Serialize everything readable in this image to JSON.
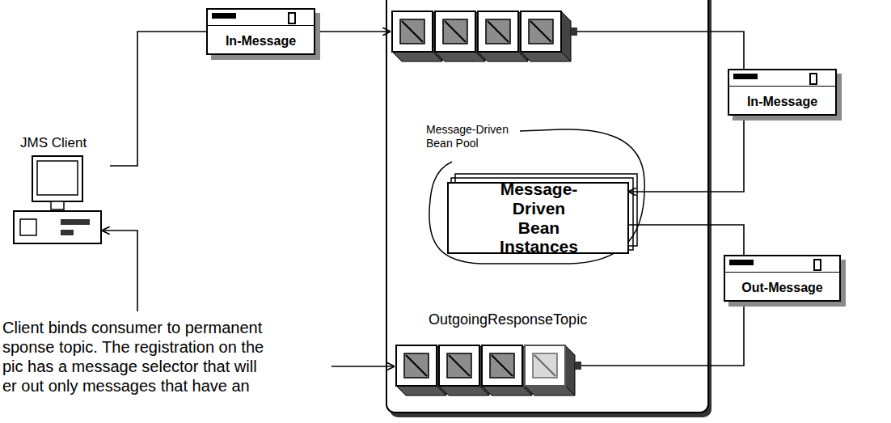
{
  "diagram": {
    "nodes": [
      {
        "text": [
          "JMS Client"
        ]
      },
      {
        "text": [
          "In-Message"
        ]
      },
      {
        "text": [
          "Message-Driven Bean Pool"
        ]
      },
      {
        "text": [
          "Message-Driven Bean Instances"
        ],
        "in": 2
      },
      {
        "text": [
          "In-Message"
        ]
      },
      {
        "text": [
          "Out-Message"
        ]
      },
      {
        "text": [
          "OutgoingResponseTopic"
        ]
      }
    ],
    "edges": [
      {
        "from": 0,
        "to": 1,
        "arrow": "none"
      },
      {
        "from": 4,
        "to": 3,
        "arrow": "to"
      },
      {
        "from": 3,
        "to": 5,
        "arrow": "none"
      },
      {
        "from": 5,
        "to": 6,
        "arrow": "none"
      }
    ],
    "labels": [
      "Client binds consumer to permanent",
      "sponse topic. The registration on the",
      "pic has a message selector that will",
      "er out only messages that have an"
    ]
  }
}
